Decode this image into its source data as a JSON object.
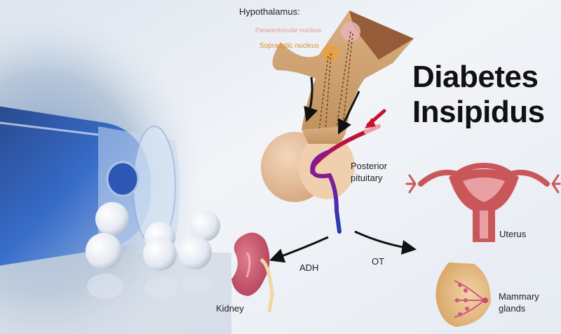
{
  "title": {
    "line1": "Diabetes",
    "line2": "Insipidus"
  },
  "labels": {
    "hypothalamus": "Hypothalamus:",
    "paraventricular": "Paraventricular nucleus",
    "supraoptic": "Supraoptic nucleus",
    "posterior_pituitary": [
      "Posterior",
      "pituitary"
    ],
    "adh": "ADH",
    "ot": "OT",
    "kidney": "Kidney",
    "uterus": "Uterus",
    "mammary": [
      "Mammary",
      "glands"
    ]
  },
  "colors": {
    "background_light": "#eef1f6",
    "background_blue": "#a9bcd3",
    "brain_tan": "#d0a577",
    "pituitary": "#e8c3a1",
    "paraventricular_text": "#e39a9a",
    "supraoptic_text": "#e08c2a",
    "vessel_red": "#c8112a",
    "vessel_blue": "#1e3fb4",
    "uterus": "#c9575a",
    "kidney": "#c6566a",
    "bottle_blue": "#1f4fa8"
  }
}
